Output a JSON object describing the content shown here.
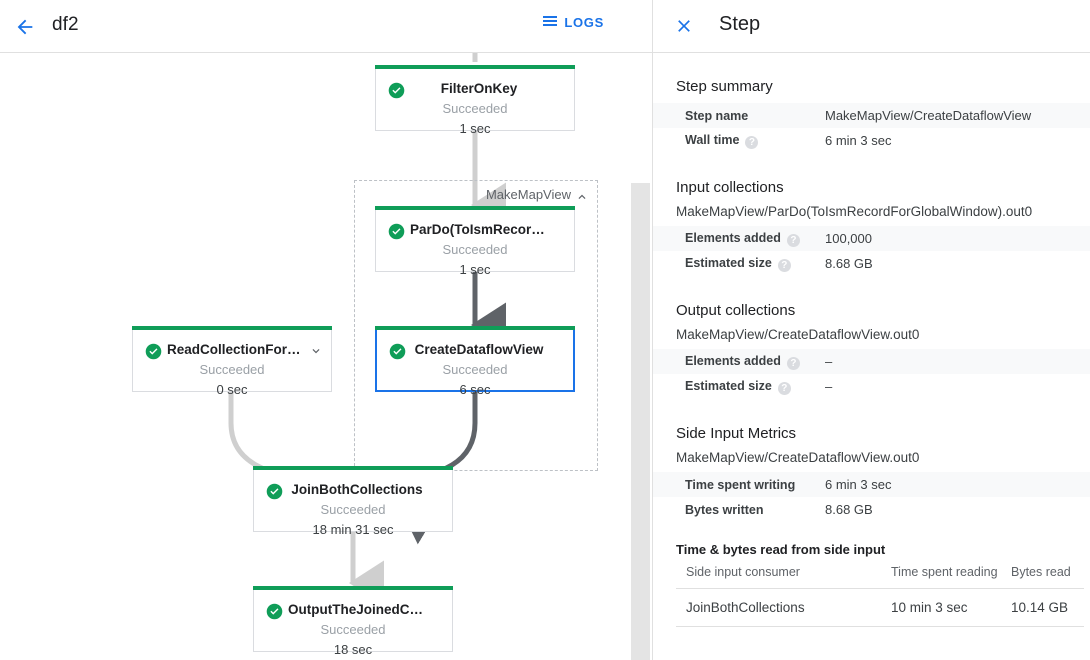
{
  "topbar": {
    "back_icon": "arrow-left-icon",
    "job_title": "df2",
    "logs_label": "LOGS",
    "logs_icon": "list-icon"
  },
  "graph": {
    "composite": {
      "label": "MakeMapView",
      "collapse_icon": "chevron-up-icon"
    },
    "status_icon": "check-circle-icon",
    "nodes": [
      {
        "name": "FilterOnKey",
        "status": "Succeeded",
        "time": "1 sec",
        "selected": false,
        "expandable": false
      },
      {
        "name": "ParDo(ToIsmRecordFor…",
        "status": "Succeeded",
        "time": "1 sec",
        "selected": false,
        "expandable": false
      },
      {
        "name": "CreateDataflowView",
        "status": "Succeeded",
        "time": "6 sec",
        "selected": true,
        "expandable": false
      },
      {
        "name": "ReadCollectionForJoin",
        "status": "Succeeded",
        "time": "0 sec",
        "selected": false,
        "expandable": true
      },
      {
        "name": "JoinBothCollections",
        "status": "Succeeded",
        "time": "18 min 31 sec",
        "selected": false,
        "expandable": false
      },
      {
        "name": "OutputTheJoinedCollec…",
        "status": "Succeeded",
        "time": "18 sec",
        "selected": false,
        "expandable": false
      }
    ]
  },
  "panel": {
    "close_icon": "close-icon",
    "title": "Step",
    "step_summary": {
      "heading": "Step summary",
      "rows": [
        {
          "key": "Step name",
          "value": "MakeMapView/CreateDataflowView",
          "help": false
        },
        {
          "key": "Wall time",
          "value": "6 min 3 sec",
          "help": true
        }
      ]
    },
    "input_collections": {
      "heading": "Input collections",
      "collection": "MakeMapView/ParDo(ToIsmRecordForGlobalWindow).out0",
      "rows": [
        {
          "key": "Elements added",
          "value": "100,000",
          "help": true
        },
        {
          "key": "Estimated size",
          "value": "8.68 GB",
          "help": true
        }
      ]
    },
    "output_collections": {
      "heading": "Output collections",
      "collection": "MakeMapView/CreateDataflowView.out0",
      "rows": [
        {
          "key": "Elements added",
          "value": "–",
          "help": true
        },
        {
          "key": "Estimated size",
          "value": "–",
          "help": true
        }
      ]
    },
    "side_input_metrics": {
      "heading": "Side Input Metrics",
      "collection": "MakeMapView/CreateDataflowView.out0",
      "rows": [
        {
          "key": "Time spent writing",
          "value": "6 min 3 sec",
          "help": false
        },
        {
          "key": "Bytes written",
          "value": "8.68 GB",
          "help": false
        }
      ]
    },
    "side_input_table": {
      "heading": "Time & bytes read from side input",
      "columns": [
        "Side input consumer",
        "Time spent reading",
        "Bytes read"
      ],
      "rows": [
        [
          "JoinBothCollections",
          "10 min 3 sec",
          "10.14 GB"
        ]
      ]
    }
  },
  "colors": {
    "accent": "#1a73e8",
    "success": "#0f9d58",
    "border": "#dadce0",
    "muted": "#9aa0a6"
  }
}
